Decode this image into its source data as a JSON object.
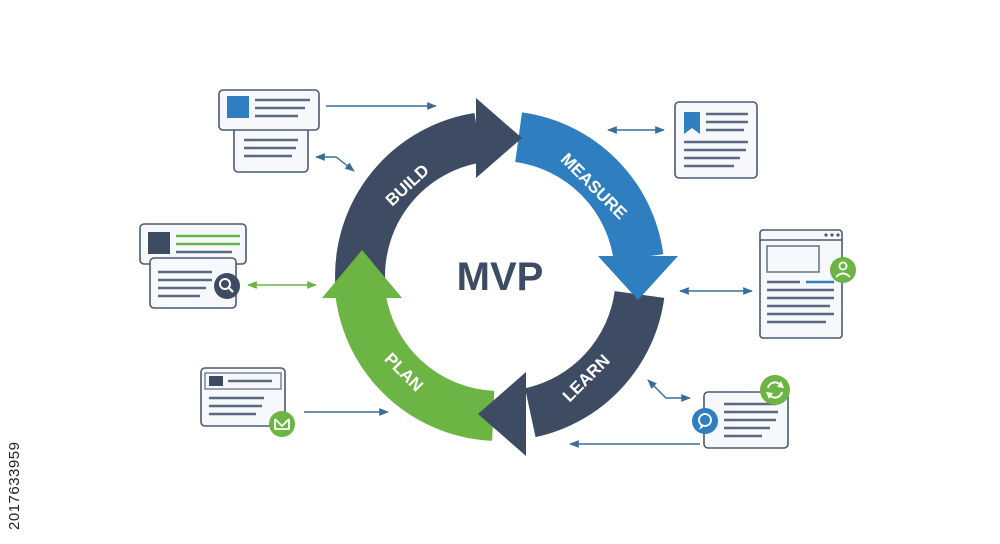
{
  "diagram": {
    "center": "MVP",
    "segments": {
      "build": "BUILD",
      "measure": "MEASURE",
      "learn": "LEARN",
      "plan": "PLAN"
    }
  },
  "stock_id": "2017633959",
  "colors": {
    "navy": "#3d4b63",
    "blue": "#2f7fc0",
    "green": "#6cb544",
    "connector": "#3a6e98",
    "card_border": "#4a5a72",
    "card_line": "#5a6a80",
    "card_bg": "#f6f8fb"
  },
  "icons": [
    "search-icon",
    "mail-icon",
    "user-icon",
    "refresh-icon",
    "chat-icon",
    "bookmark-icon"
  ]
}
